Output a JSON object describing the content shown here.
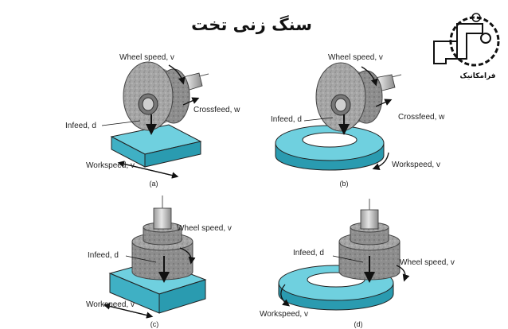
{
  "title": "سنگ زنی تخت",
  "logo": {
    "text": "فرامکانیک",
    "icon": "gear-logo-icon"
  },
  "panels": [
    {
      "caption": "(a)",
      "labels": {
        "wheel_speed": "Wheel speed, v",
        "crossfeed": "Crossfeed, w",
        "infeed": "Infeed, d",
        "workspeed": "Workspeed, v"
      }
    },
    {
      "caption": "(b)",
      "labels": {
        "wheel_speed": "Wheel speed, v",
        "crossfeed": "Crossfeed, w",
        "infeed": "Infeed, d",
        "workspeed": "Workspeed, v"
      }
    },
    {
      "caption": "(c)",
      "labels": {
        "wheel_speed": "Wheel speed, v",
        "infeed": "Infeed, d",
        "workspeed": "Workspeed, v"
      }
    },
    {
      "caption": "(d)",
      "labels": {
        "wheel_speed": "Wheel speed, v",
        "infeed": "Infeed, d",
        "workspeed": "Workspeed, v"
      }
    }
  ],
  "colors": {
    "workpiece": "#5ec5d6",
    "workpiece_dark": "#2a9bb0",
    "wheel": "#a9a9a9",
    "wheel_dark": "#6f6f6f",
    "shaft": "#c8c8c8"
  }
}
